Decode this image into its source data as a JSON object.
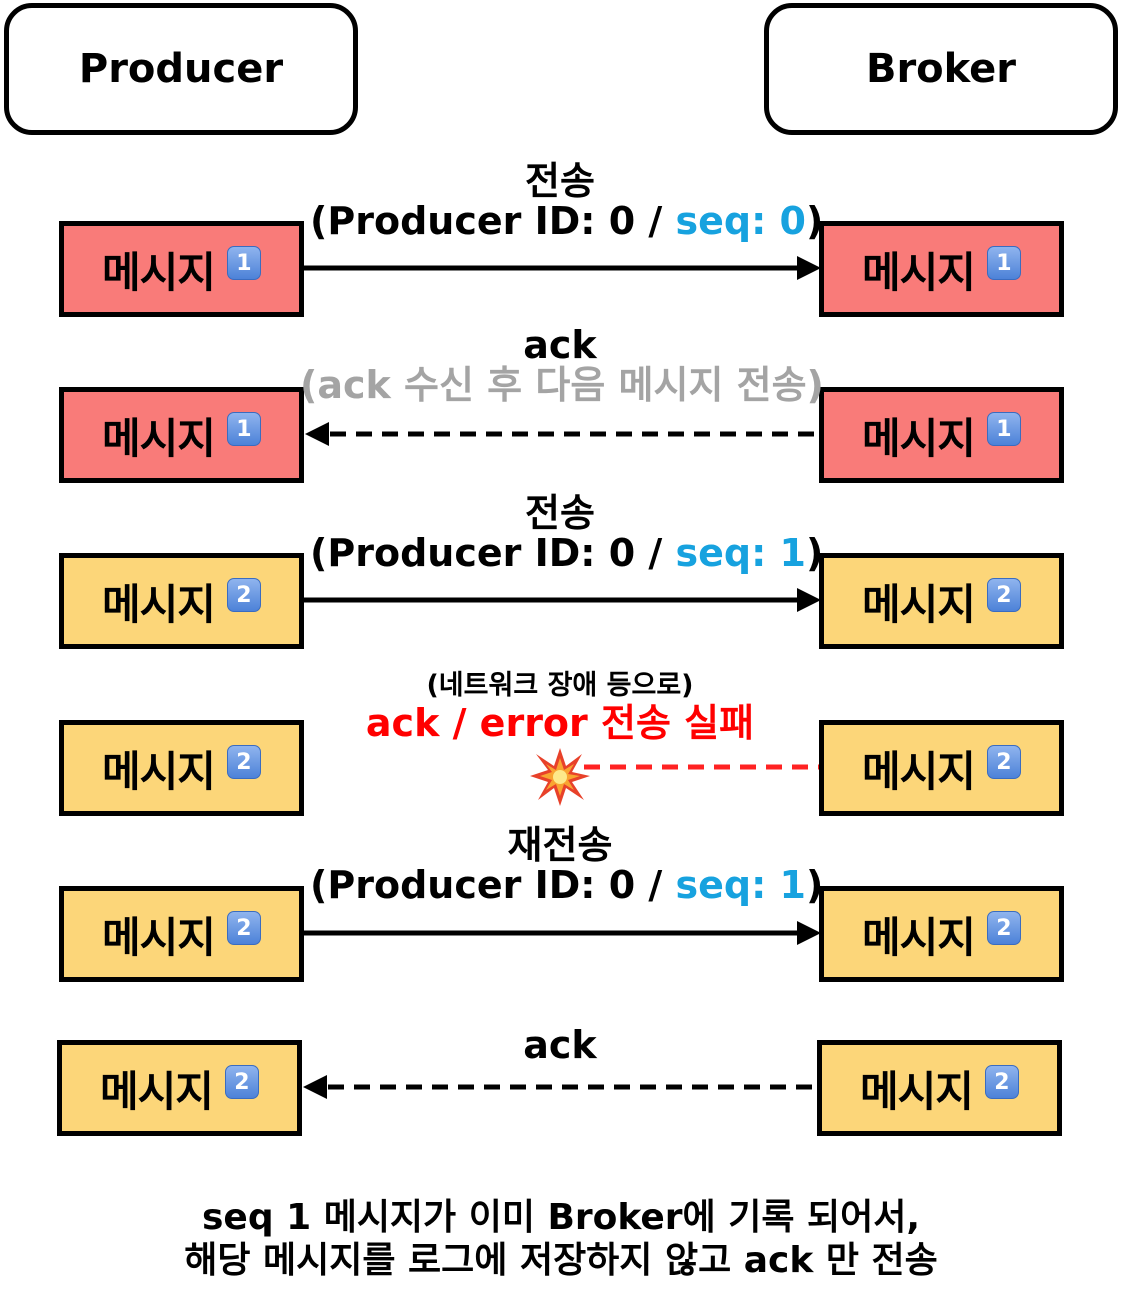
{
  "actors": {
    "producer": "Producer",
    "broker": "Broker"
  },
  "message_label": "메시지",
  "badges": {
    "one": "1",
    "two": "2"
  },
  "steps": [
    {
      "line1": "전송",
      "line2_prefix": "(Producer ID: 0 / ",
      "line2_seq": "seq: 0",
      "line2_suffix": ")"
    },
    {
      "line1": "ack",
      "line2": "(ack 수신 후 다음 메시지 전송)"
    },
    {
      "line1": "전송",
      "line2_prefix": "(Producer ID: 0 / ",
      "line2_seq": "seq: 1",
      "line2_suffix": ")"
    },
    {
      "line1": "(네트워크 장애 등으로)",
      "line2": "ack / error 전송 실패"
    },
    {
      "line1": "재전송",
      "line2_prefix": "(Producer ID: 0 / ",
      "line2_seq": "seq: 1",
      "line2_suffix": ")"
    },
    {
      "line1": "ack"
    }
  ],
  "footer": {
    "line1": "seq 1 메시지가 이미 Broker에 기록 되어서,",
    "line2": "해당 메시지를 로그에 저장하지 않고 ack 만 전송"
  },
  "colors": {
    "red_box": "#f97b79",
    "yellow_box": "#fcd679",
    "seq_blue": "#17a2df",
    "error_red": "#ff0000",
    "note_grey": "#a4a4a4"
  }
}
